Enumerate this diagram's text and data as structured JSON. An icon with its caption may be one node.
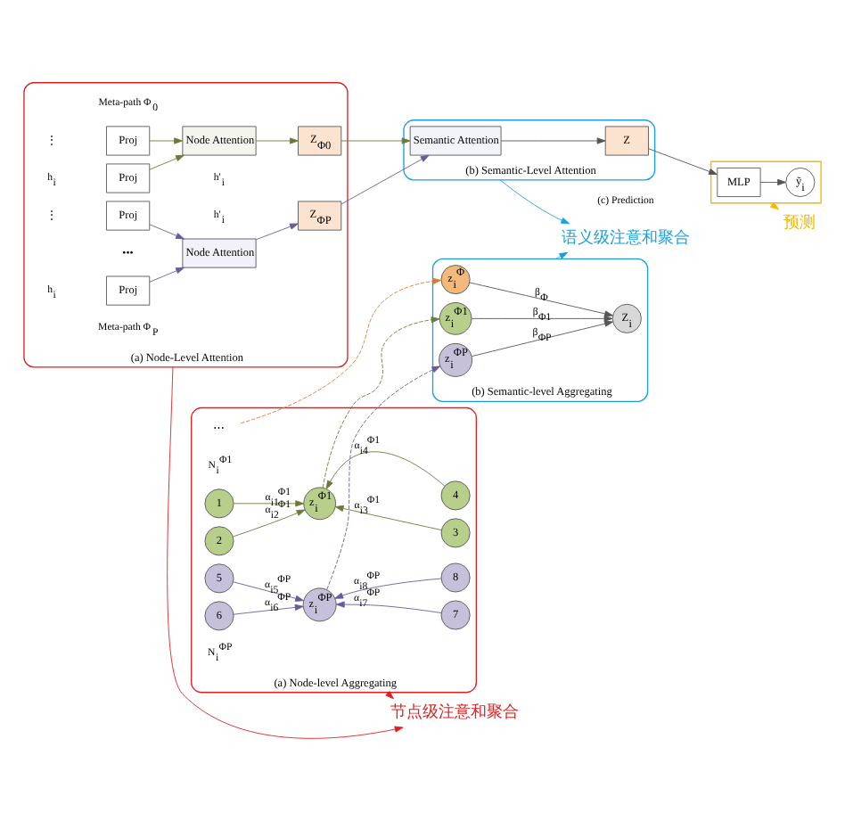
{
  "diagram": {
    "nodes": [
      {
        "text": [
          "(a) Node-Level Attention"
        ]
      },
      {
        "text": [
          "Proj"
        ],
        "in": 0
      },
      {
        "text": [
          "Proj"
        ],
        "in": 0
      },
      {
        "text": [
          "Node Attention"
        ],
        "in": 0
      },
      {
        "text": [
          "Proj"
        ],
        "in": 0
      },
      {
        "text": [
          "Proj"
        ],
        "in": 0
      },
      {
        "text": [
          "Node Attention"
        ],
        "in": 0
      },
      {
        "text": [
          "Z$_{Φ0}$"
        ],
        "in": 0
      },
      {
        "text": [
          "Z$_{ΦP}$"
        ],
        "in": 0
      },
      {
        "text": [
          "(b) Semantic-Level Attention"
        ]
      },
      {
        "text": [
          "Semantic Attention"
        ],
        "in": 9
      },
      {
        "text": [
          "Z"
        ],
        "in": 9
      },
      {
        "text": [],
        "shape": "box"
      },
      {
        "text": [
          "MLP"
        ],
        "in": 12
      },
      {
        "text": [
          "ỹ$_{i}$"
        ],
        "in": 12
      },
      {
        "text": [
          "预测"
        ]
      },
      {
        "text": [
          "节点级注意和聚合"
        ]
      },
      {
        "text": [
          "语义级注意和聚合"
        ]
      },
      {
        "text": [
          "(a) Node-level Aggregating"
        ]
      },
      {
        "text": [
          "z$_{i}$$^{Φ1}$"
        ],
        "in": 18
      },
      {
        "text": [
          "1"
        ],
        "in": 18
      },
      {
        "text": [
          "2"
        ],
        "in": 18
      },
      {
        "text": [
          "3"
        ],
        "in": 18
      },
      {
        "text": [
          "4"
        ],
        "in": 18
      },
      {
        "text": [
          "⋯"
        ],
        "in": 18
      },
      {
        "text": [
          "z$_{i}$$^{ΦP}$"
        ],
        "in": 18
      },
      {
        "text": [
          "5"
        ],
        "in": 18
      },
      {
        "text": [
          "6"
        ],
        "in": 18
      },
      {
        "text": [
          "7"
        ],
        "in": 18
      },
      {
        "text": [
          "8"
        ],
        "in": 18
      },
      {
        "text": [
          "(b) Semantic-level Aggregating"
        ]
      },
      {
        "text": [
          "z$_{i}$$^{Φ1}$"
        ],
        "in": 30
      },
      {
        "text": [
          "z$_{i}$$^{Φ}$"
        ],
        "in": 30
      },
      {
        "text": [
          "Z$_{i}$"
        ],
        "in": 30
      },
      {
        "text": [
          "z$_{i}$$^{ΦP}$"
        ],
        "in": 30
      }
    ],
    "edges": [
      {
        "from": 1,
        "to": 3,
        "arrow": "to",
        "color": "#6b7a3a"
      },
      {
        "from": 2,
        "to": 3,
        "arrow": "to",
        "color": "#6b7a3a"
      },
      {
        "from": 3,
        "to": 7,
        "arrow": "to",
        "color": "#6b7a3a"
      },
      {
        "from": 4,
        "to": 6,
        "arrow": "to",
        "color": "#6a5a9a"
      },
      {
        "from": 5,
        "to": 6,
        "arrow": "to",
        "color": "#6a5a9a"
      },
      {
        "from": 6,
        "to": 8,
        "arrow": "to",
        "color": "#6a5a9a"
      },
      {
        "from": 7,
        "to": 10,
        "arrow": "to",
        "color": "#6b7a3a"
      },
      {
        "from": 8,
        "to": 10,
        "arrow": "to",
        "color": "#6a5a9a"
      },
      {
        "from": 10,
        "to": 11,
        "arrow": "to"
      },
      {
        "from": 11,
        "to": 13,
        "arrow": "to"
      },
      {
        "from": 13,
        "to": 14,
        "arrow": "to"
      },
      {
        "from": 12,
        "to": 15,
        "arrow": "to",
        "color": "#f5b800"
      },
      {
        "from": 0,
        "to": 16,
        "arrow": "to",
        "color": "#e02020"
      },
      {
        "from": 18,
        "to": 16,
        "arrow": "to",
        "color": "#e02020"
      },
      {
        "from": 9,
        "to": 17,
        "arrow": "to",
        "color": "#1aa0e0"
      },
      {
        "from": 30,
        "to": 17,
        "arrow": "to",
        "color": "#1aa0e0"
      },
      {
        "from": 20,
        "to": 19,
        "arrow": "to",
        "label": "α$_{i1}$$^{Φ1}$",
        "color": "#6b7a3a"
      },
      {
        "from": 21,
        "to": 19,
        "arrow": "to",
        "label": "α$_{i2}$$^{Φ1}$",
        "color": "#6b7a3a"
      },
      {
        "from": 22,
        "to": 19,
        "arrow": "to",
        "label": "α$_{i3}$$^{Φ1}$",
        "color": "#6b7a3a"
      },
      {
        "from": 23,
        "to": 19,
        "arrow": "to",
        "label": "α$_{i4}$$^{Φ1}$",
        "color": "#6b7a3a"
      },
      {
        "from": 26,
        "to": 25,
        "arrow": "to",
        "label": "α$_{i5}$$^{ΦP}$",
        "color": "#6a5a9a"
      },
      {
        "from": 27,
        "to": 25,
        "arrow": "to",
        "label": "α$_{i6}$$^{ΦP}$",
        "color": "#6a5a9a"
      },
      {
        "from": 28,
        "to": 25,
        "arrow": "to",
        "label": "α$_{i7}$$^{ΦP}$",
        "color": "#6a5a9a"
      },
      {
        "from": 29,
        "to": 25,
        "arrow": "to",
        "label": "α$_{i8}$$^{ΦP}$",
        "color": "#6a5a9a"
      },
      {
        "from": 19,
        "to": 31,
        "arrow": "to",
        "style": "dashed",
        "color": "#6b7a3a"
      },
      {
        "from": 24,
        "to": 32,
        "arrow": "to",
        "style": "dashed",
        "color": "#e07a30"
      },
      {
        "from": 25,
        "to": 34,
        "arrow": "to",
        "style": "dashed",
        "color": "#6a5a9a"
      },
      {
        "from": 31,
        "to": 33,
        "arrow": "to",
        "label": "β$_{Φ1}$"
      },
      {
        "from": 32,
        "to": 33,
        "arrow": "to",
        "label": "β$_{Φ}$"
      },
      {
        "from": 34,
        "to": 33,
        "arrow": "to",
        "label": "β$_{ΦP}$"
      }
    ],
    "labels": [
      "Meta-path Φ$_{0}$",
      "h$_{i}$",
      "⋮",
      "h'$_{i}$",
      "•••",
      "Meta-path Φ$_{P}$",
      "h$_{i}$",
      "⋮",
      "h'$_{i}$",
      "(c) Prediction",
      "N$_{i}$$^{Φ1}$",
      "N$_{i}$$^{ΦP}$"
    ]
  }
}
